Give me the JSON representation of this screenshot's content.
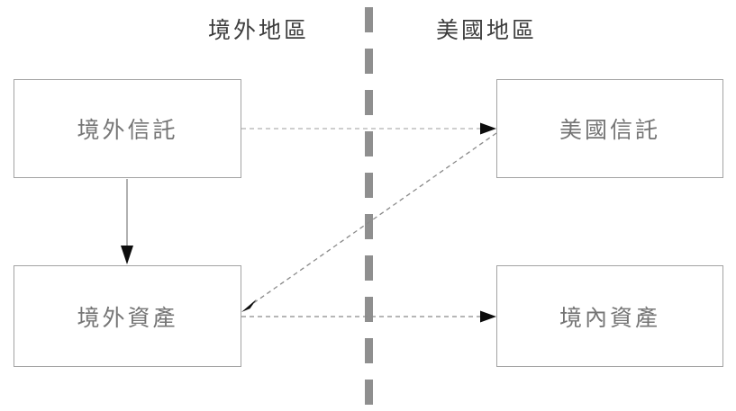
{
  "diagram": {
    "regions": {
      "left_label": "境外地區",
      "right_label": "美國地區"
    },
    "boxes": {
      "offshore_trust": "境外信託",
      "us_trust": "美國信託",
      "offshore_assets": "境外資產",
      "domestic_assets": "境內資產"
    },
    "arrows": [
      {
        "from": "境外信託",
        "to": "境外資產",
        "style": "solid",
        "direction": "down"
      },
      {
        "from": "境外信託",
        "to": "美國信託",
        "style": "dashed",
        "direction": "right"
      },
      {
        "from": "美國信託",
        "to": "境外資產",
        "style": "dashed",
        "direction": "diagonal-down-left"
      },
      {
        "from": "境外資產",
        "to": "境內資產",
        "style": "dashed",
        "direction": "right"
      }
    ]
  },
  "colors": {
    "background": "#ffffff",
    "box-border": "#a3a3a3",
    "box-text": "#757575",
    "label-text": "#3d3d3d",
    "divider": "#8f8f8f",
    "dash-light": "#b0b0b0",
    "dash": "#8a8a8a",
    "solid-line": "#7d7d7d",
    "arrowhead": "#0d0d0d"
  }
}
